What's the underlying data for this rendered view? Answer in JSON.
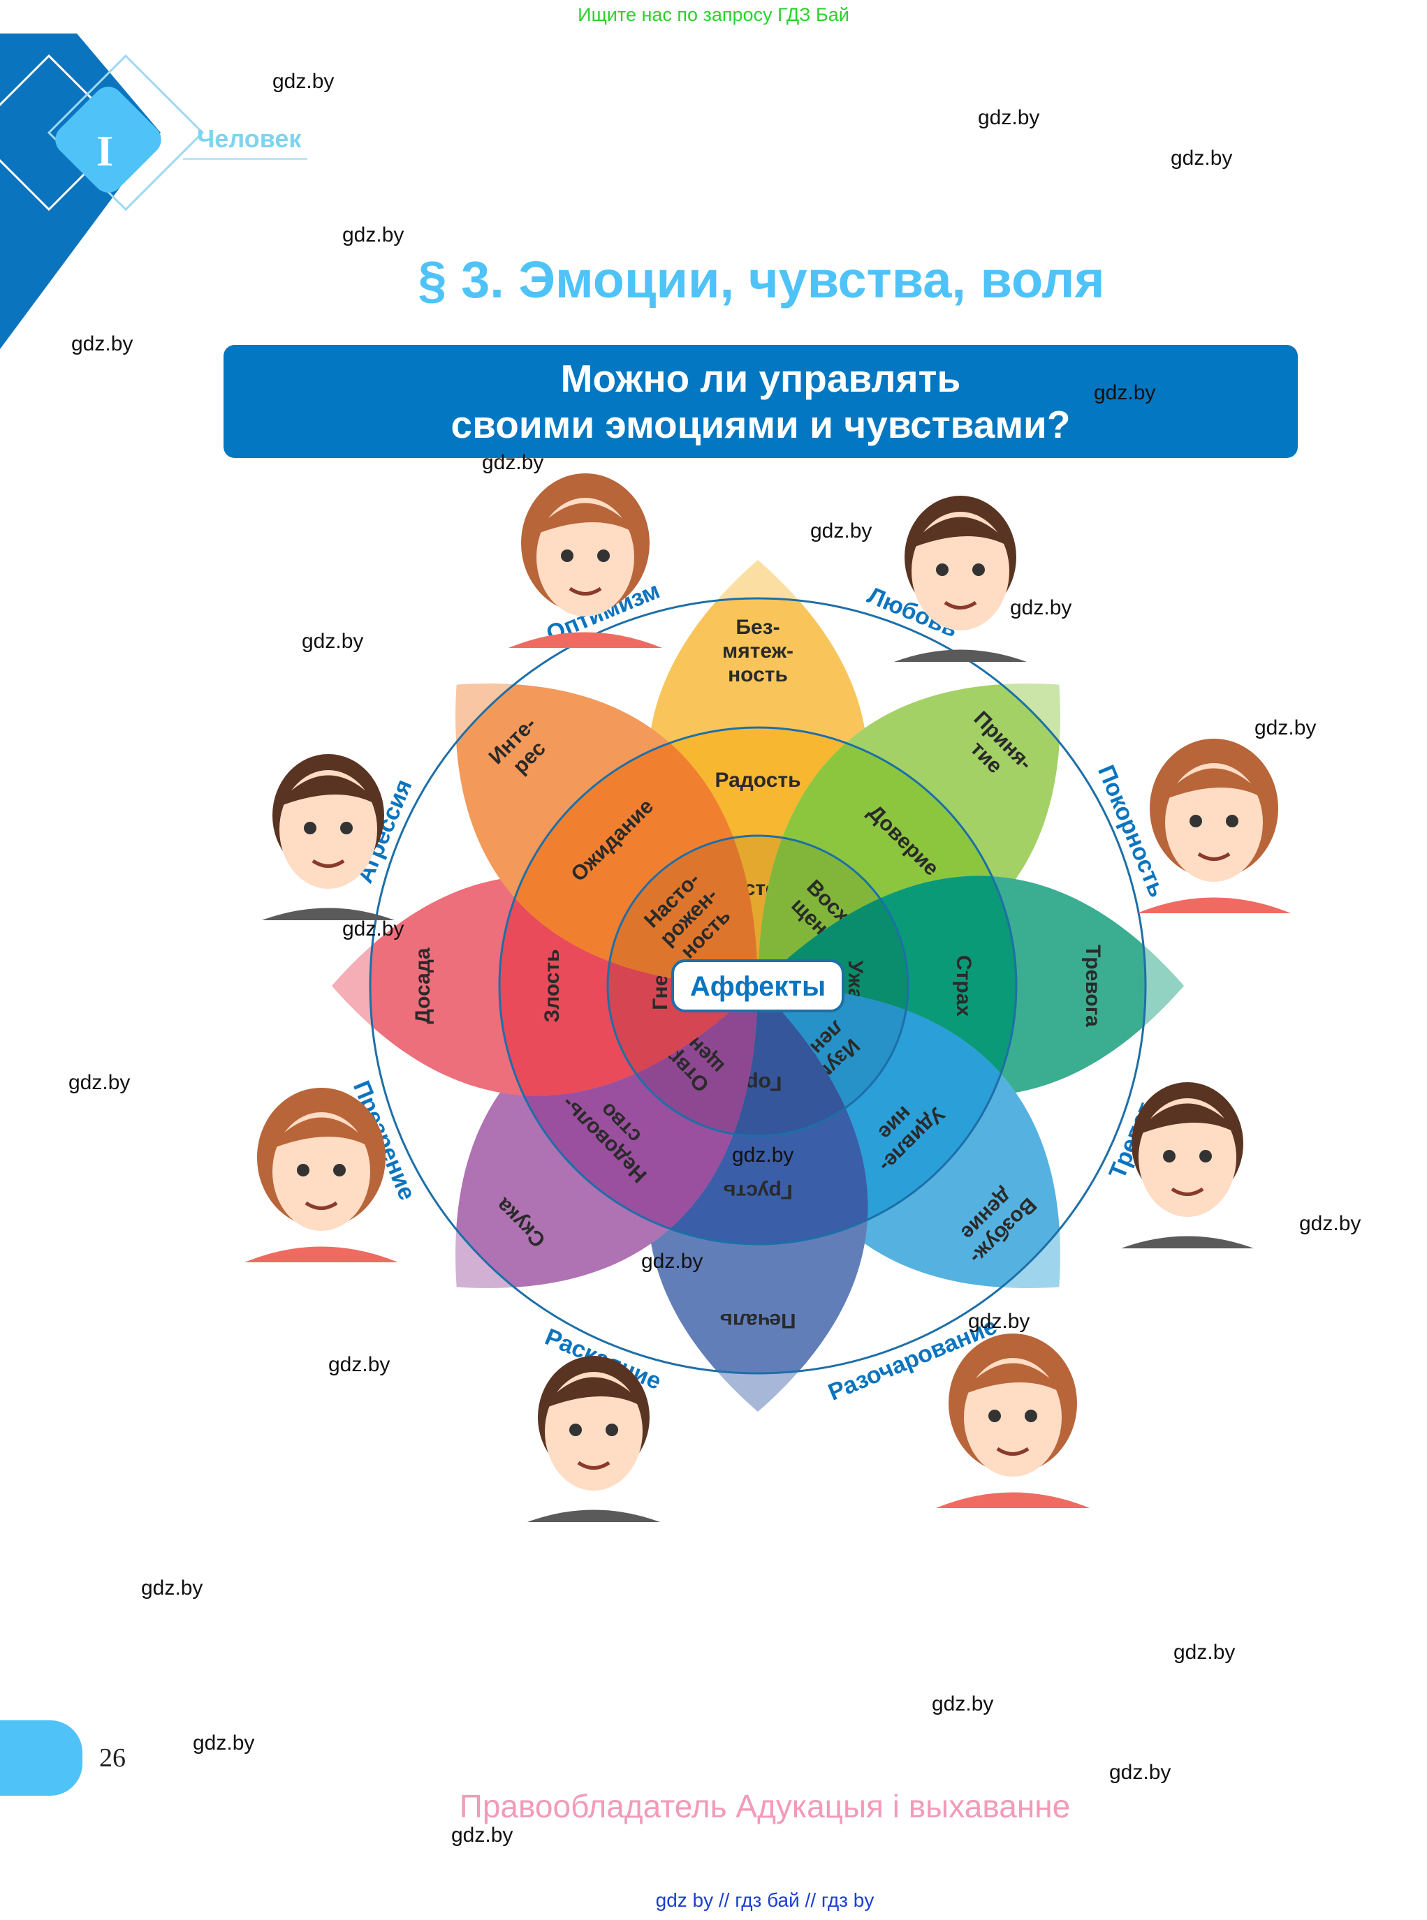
{
  "top_banner": "Ищите нас по запросу ГДЗ Бай",
  "chapter": {
    "roman": "I",
    "label": "Человек"
  },
  "title": "§ 3. Эмоции, чувства, воля",
  "question": {
    "line1": "Можно ли управлять",
    "line2": "своими эмоциями и чувствами?"
  },
  "wheel": {
    "center_label": "Аффекты",
    "petals": [
      {
        "outer_name": "Оптимизм",
        "rings": [
          "Без-мятеж-ность",
          "Радость",
          "Восторг"
        ]
      },
      {
        "outer_name": "Любовь",
        "rings": [
          "Приня-тие",
          "Доверие",
          "Восхи-щение"
        ]
      },
      {
        "outer_name": "Покорность",
        "rings": [
          "Тревога",
          "Страх",
          "Ужас"
        ]
      },
      {
        "outer_name": "Трепет",
        "rings": [
          "Возбуж-дение",
          "Удивле-ние",
          "Изум-ление"
        ]
      },
      {
        "outer_name": "Разочарование",
        "rings": [
          "Печаль",
          "Грусть",
          "Горе"
        ]
      },
      {
        "outer_name": "Раскаяние",
        "rings": [
          "Скука",
          "Недоволь-ство",
          "Отвра-щение"
        ]
      },
      {
        "outer_name": "Презрение",
        "rings": [
          "Досада",
          "Злость",
          "Гнев"
        ]
      },
      {
        "outer_name": "Агрессия",
        "rings": [
          "Инте-рес",
          "Ожидание",
          "Насто-рожен-ность"
        ]
      }
    ],
    "colors": [
      "#f7b731",
      "#8cc63f",
      "#0a9a77",
      "#2a9fd8",
      "#3a5ea8",
      "#9b4f9f",
      "#e94b5a",
      "#f08030"
    ]
  },
  "watermark_text": "gdz.by",
  "page_number": "26",
  "copyright": "Правообладатель Адукацыя і выхаванне",
  "bottom_links": "gdz by  //  гдз бай  //  гдз by"
}
